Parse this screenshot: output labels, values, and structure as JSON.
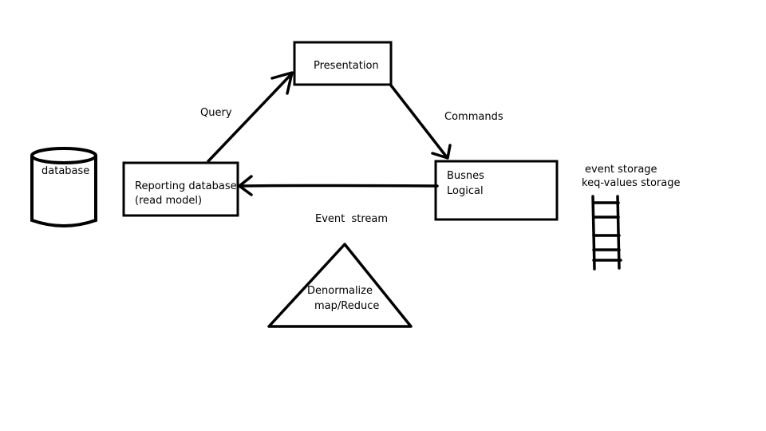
{
  "nodes": {
    "presentation": "Presentation",
    "business": [
      "Busnes",
      "Logical"
    ],
    "reporting": [
      "Reporting database",
      "(read model)"
    ],
    "database": "database",
    "denormalize": [
      "Denormalize",
      "map/Reduce"
    ]
  },
  "edges": {
    "query": "Query",
    "commands": "Commands",
    "event_stream": "Event  stream"
  },
  "storage": [
    "event storage",
    "keq-values storage"
  ],
  "colors": {
    "ink": "#000000",
    "background": "#ffffff"
  }
}
